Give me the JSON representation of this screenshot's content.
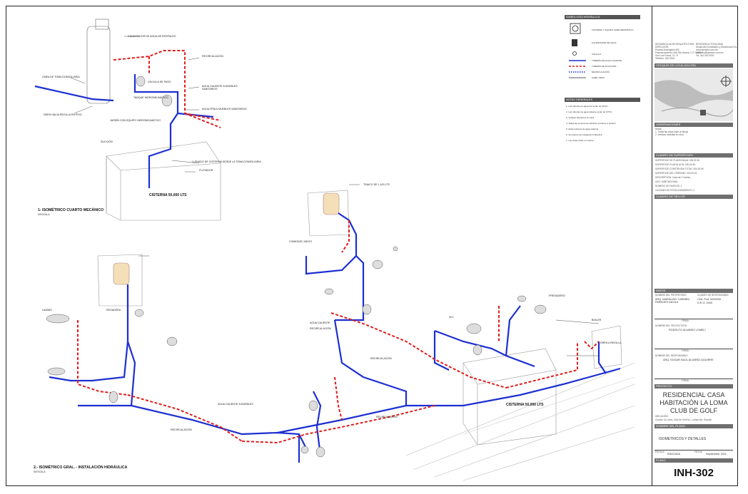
{
  "title_block": {
    "office_lines": [
      "DESARROLLADOR ARQUITECTURA",
      "DIRECCIÓN:",
      "Privada Arcángeles #00",
      "Fraccionamiento Club Sta. Ariana, C.P. 00000",
      "San Luis Potosí, S.L.P.",
      "Teléfono: 000 0000"
    ],
    "office_lines_right": [
      "RESIDENCIA TOTALISMA",
      "Desarrollo Inmobiliario y Residencial SLU",
      "www.ejemplo.com.mx",
      "contacto@ejemplo.com.mx",
      "Tel. 444 000 0000"
    ],
    "section_location": "CROQUIS DE LOCALIZACIÓN",
    "section_notes": "OBSERVACIONES",
    "notes_lines": [
      "Notas:",
      "1. Todas las cotas rigen al dibujo",
      "2. Verificar medidas en obra"
    ],
    "section_areas": "CUADRO DE SUPERFICIES",
    "areas_lines": [
      "SUPERFICIE DE PLANTA BAJA:  000.00 M²",
      "SUPERFICIE PLANTA ALTA:  000.00 M²",
      "SUPERFICIE CONSTRUIDA TOTAL:  000.00 M²",
      "SUPERFICIE DEL TERRENO:  000.00 M²",
      "DESCRIPCIÓN:  Casa de 2 niveles",
      "USO:  HABITACIONAL",
      "NÚMERO DE NIVELES:  2",
      "CAJONES DE ESTACIONAMIENTO:  2"
    ],
    "section_seals": "CUADRO DE SELLOS",
    "section_data": "DATOS",
    "owner_caption": "NOMBRE DEL PROPIETARIO",
    "owner_name": "ARQ. MARÍA DEL CARMEN PAREDES DÁVILA",
    "dro_caption": "CUADRO DE RESPONSABLE",
    "dro_info": [
      "Céd. Prof. 0000000",
      "D.R.O. 0000"
    ],
    "sign_caption": "FIRMA",
    "designer_caption": "NOMBRE DEL PROYECTISTA",
    "designer_name": "RODOLFO ÁLVAREZ LOMELÍ",
    "reviewer_caption": "NOMBRE DEL RESPONSABLE",
    "reviewer_name": "ARQ. EDGAR SAÚL ÁLVAREZ AGUIRRE",
    "section_project": "PROYECTO",
    "project_name": [
      "RESIDENCIAL CASA",
      "HABITACIÓN LA LOMA",
      "CLUB DE GOLF"
    ],
    "location_caption": "UBICACIÓN:",
    "location_text": "Circuito La Loma, Club de Golf No., Lomas 4ta. Sección",
    "section_plan": "NOMBRE DEL PLANO",
    "plan_name": "ISOMETRICOS Y DETALLES",
    "scale_caption": "ESCALA",
    "scale_value": "INDICADA",
    "date_caption": "FECHA",
    "date_value": "Septiembre 2021",
    "section_sheet": "PLANO",
    "sheet_code": "INH-302"
  },
  "legend": {
    "header_symbols": "SIMBOLOGÍA HIDRÁULICA",
    "items": [
      "CISTERNA Y EQUIPO HIDRONEUMÁTICO",
      "CALENTADOR DE AGUA",
      "VÁLVULA",
      "TUBERÍA DE AGUA CALIENTE",
      "TUBERÍA DE AGUA FRÍA",
      "RECIRCULACIÓN",
      "SUBE / BAJA"
    ],
    "header_notes": "NOTAS GENERALES",
    "notes": [
      "1. Las tuberías de agua fría serán de CPVC.",
      "2. Las tuberías de agua caliente serán de CPVC.",
      "3. Verificar diámetros en obra.",
      "4. Todas las conexiones deberán probarse a presión.",
      "5. Aislar tuberías de agua caliente.",
      "6. Ver planos de instalación hidráulica.",
      "7. Las cotas están en metros."
    ]
  },
  "drawing": {
    "iso1_title": "1- ISOMÉTRICO CUARTO MECÁNICO",
    "iso1_scale": "S/ESCALA",
    "iso2_title": "2.- ISOMÉTRICO GRAL. - INSTALACIÓN HIDRÁULICA",
    "iso2_scale": "S/ESCALA",
    "cistern1": "CISTERNA 50,000 LTS",
    "cistern2": "CISTERNA 50,000 LTS",
    "labels_iso1": [
      "CALENTADOR DE AGUA DE RESPALDO",
      "RECIRCULACIÓN",
      "AGUA CALIENTE A MUEBLES SANITARIOS",
      "AGUA FRÍA A MUEBLES SANITARIOS",
      "LÍNEA DE TOMA DOMICILIARIA",
      "DREN HACIA REGILLA EN PISO",
      "JARDÍN CON EQUIPO HIDRONEUMÁTICO",
      "SUCCIÓN",
      "FLOTADOR",
      "LLENADO DE CISTERNA DESDE LA TOMA DOMICILIARIA",
      "VÁLVULA DE PASO",
      "TANQUE HIDRONEUMÁTICO"
    ],
    "labels_iso2": [
      "TINACO DE 1,100 LTS",
      "COMEDOR JUEGO",
      "AGUA CALIENTE",
      "RECIRCULACIÓN",
      "AGUA CALIENTE A MUEBLES",
      "RECIRCULACIÓN",
      "RECIRCULACIÓN",
      "RECIRCULACIÓN",
      "LAVABO",
      "REGADERA",
      "W.C.",
      "FREGADERO",
      "DREN A REGILLA",
      "BOILER"
    ]
  }
}
